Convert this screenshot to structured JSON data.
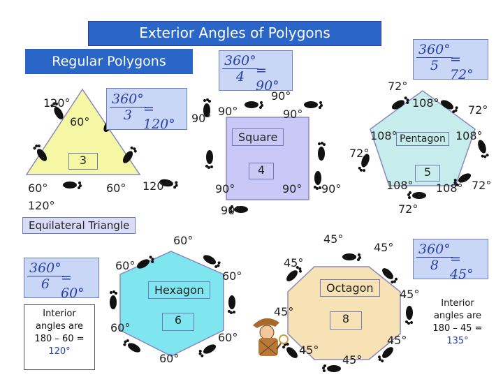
{
  "header": {
    "title": "Exterior Angles of Polygons",
    "subtitle": "Regular Polygons"
  },
  "triangle": {
    "formula": {
      "num": "360°",
      "den": "3",
      "res": "= 120°"
    },
    "name": "Equilateral Triangle",
    "sides": "3",
    "exterior": "120°",
    "interior": "60°",
    "note_l1": "Interior",
    "note_l2": "angles are",
    "note_l3": "180 – 60 =",
    "note_l4": "120°"
  },
  "square": {
    "formula": {
      "num": "360°",
      "den": "4",
      "res": "= 90°"
    },
    "name": "Square",
    "sides": "4",
    "angle": "90°"
  },
  "pentagon": {
    "formula": {
      "num": "360°",
      "den": "5",
      "res": "= 72°"
    },
    "name": "Pentagon",
    "sides": "5",
    "exterior": "72°",
    "interior": "108°"
  },
  "hexagon": {
    "formula": {
      "num": "360°",
      "den": "6",
      "res": "= 60°"
    },
    "name": "Hexagon",
    "sides": "6",
    "angle": "60°"
  },
  "octagon": {
    "formula": {
      "num": "360°",
      "den": "8",
      "res": "= 45°"
    },
    "name": "Octagon",
    "sides": "8",
    "angle": "45°",
    "note_l1": "Interior",
    "note_l2": "angles are",
    "note_l3": "180 – 45 =",
    "note_l4": "135°"
  },
  "colors": {
    "title_bg": "#2a66c8",
    "formula_bg": "#c9d6f6",
    "triangle": "#f5f7a4",
    "square": "#c9c8f6",
    "pentagon": "#c7ecec",
    "hexagon": "#7fe6f0",
    "octagon": "#f7e2b5"
  }
}
